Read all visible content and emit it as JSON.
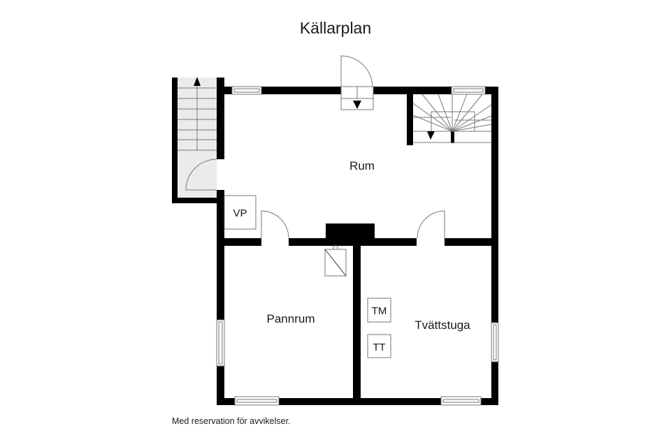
{
  "title": "Källarplan",
  "rooms": [
    {
      "id": "rum",
      "label": "Rum"
    },
    {
      "id": "pannrum",
      "label": "Pannrum"
    },
    {
      "id": "tvattstuga",
      "label": "Tvättstuga"
    }
  ],
  "fixtures": [
    {
      "id": "vp",
      "label": "VP"
    },
    {
      "id": "tm",
      "label": "TM"
    },
    {
      "id": "tt",
      "label": "TT"
    }
  ],
  "disclaimer": "Med reservation för avvikelser.",
  "colors": {
    "wall": "#000000",
    "stair_fill": "#ebebeb",
    "line": "#777777",
    "background": "#ffffff"
  }
}
